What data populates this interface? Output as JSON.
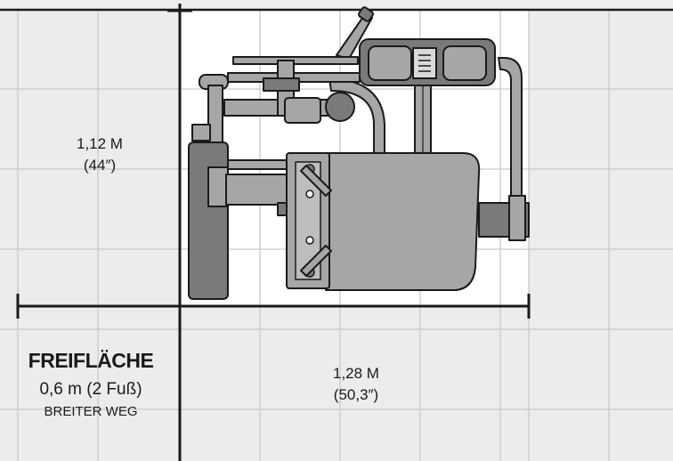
{
  "dimensions": {
    "depth": {
      "metric": "1,12 M",
      "imperial": "(44″)"
    },
    "width": {
      "metric": "1,28 M",
      "imperial": "(50,3″)"
    }
  },
  "clearance": {
    "title": "FREIFLÄCHE",
    "value": "0,6 m (2 Fuß)",
    "note": "BREITER WEG"
  },
  "colors": {
    "grid_line": "#c9c9c9",
    "dimension_line": "#1a1a1a",
    "machine_fill": "#a6a6a6",
    "machine_dark": "#7a7a7a",
    "machine_stroke": "#1a1a1a",
    "footprint_fill": "#ffffff",
    "background": "#ececec"
  },
  "icons": {
    "machine": "exercise-machine-top-view"
  }
}
